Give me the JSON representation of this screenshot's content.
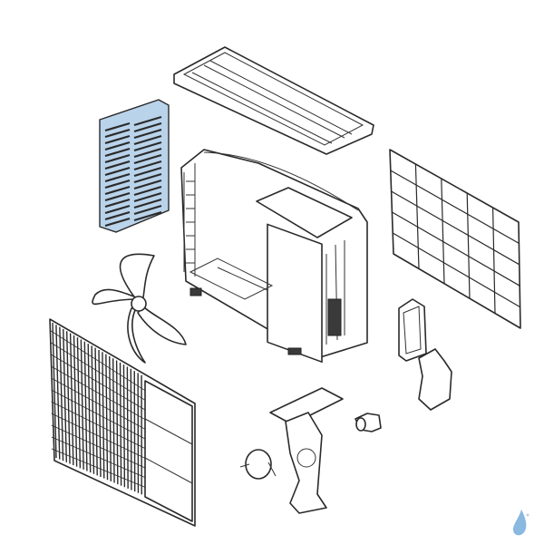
{
  "diagram": {
    "type": "exploded-view",
    "subject_icons": [
      "top-cover",
      "side-louver-panel",
      "unit-chassis",
      "rear-grille",
      "fan-blade",
      "front-grille",
      "terminal-cover",
      "side-bracket",
      "motor-mount",
      "fan-motor",
      "drain-elbow"
    ]
  },
  "colors": {
    "line": "#2a2a2a",
    "highlight_panel": "#b9d3ea",
    "logo": "#8ab8e0",
    "background": "#ffffff"
  },
  "logo": {
    "icon": "water-drop-logo"
  }
}
